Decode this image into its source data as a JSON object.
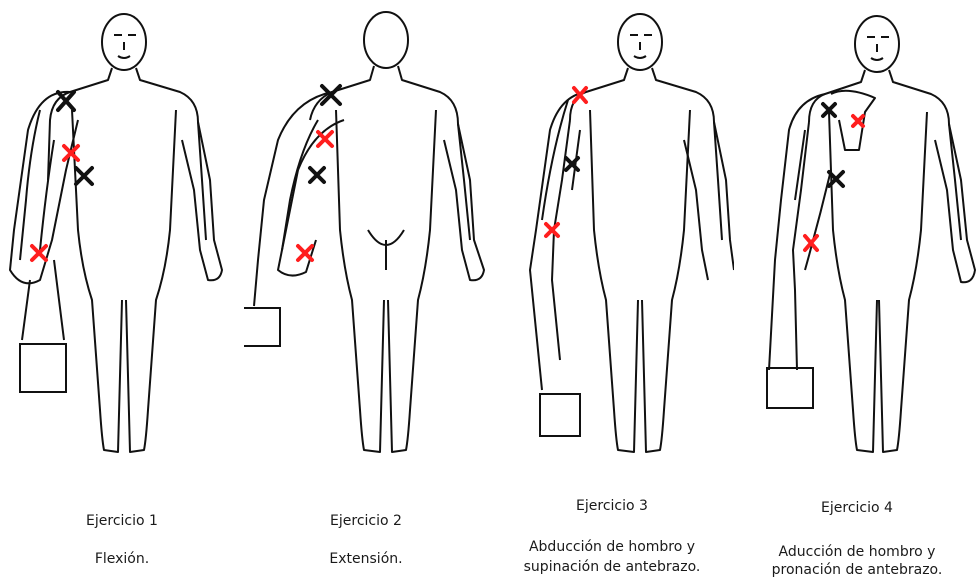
{
  "exercises": [
    {
      "title": "Ejercicio 1",
      "desc": [
        "Flexión."
      ]
    },
    {
      "title": "Ejercicio 2",
      "desc": [
        "Extensión."
      ]
    },
    {
      "title": "Ejercicio 3",
      "desc": [
        "Abducción de hombro y",
        "supinación de antebrazo."
      ]
    },
    {
      "title": "Ejercicio 4",
      "desc": [
        "Aducción de hombro y",
        "pronación de antebrazo."
      ]
    }
  ],
  "colors": {
    "line": "#111111",
    "marker": "#ff1e1e",
    "marker_dark": "#111111"
  },
  "icons": [
    "body-outline-icon",
    "weight-icon",
    "x-marker-icon"
  ]
}
